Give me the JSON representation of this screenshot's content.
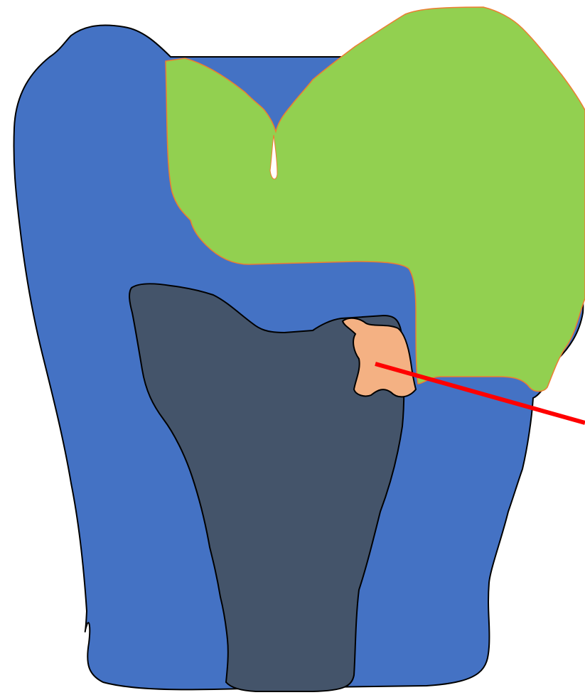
{
  "diagram": {
    "parts": [
      {
        "id": "outer-body",
        "color": "#4472C4"
      },
      {
        "id": "crown-cap",
        "color": "#92D050",
        "outline": "#ED7D31"
      },
      {
        "id": "inner-core",
        "color": "#44546A"
      },
      {
        "id": "highlight-spot",
        "color": "#F4B183"
      }
    ],
    "pointer": {
      "color": "#FF0000"
    }
  }
}
